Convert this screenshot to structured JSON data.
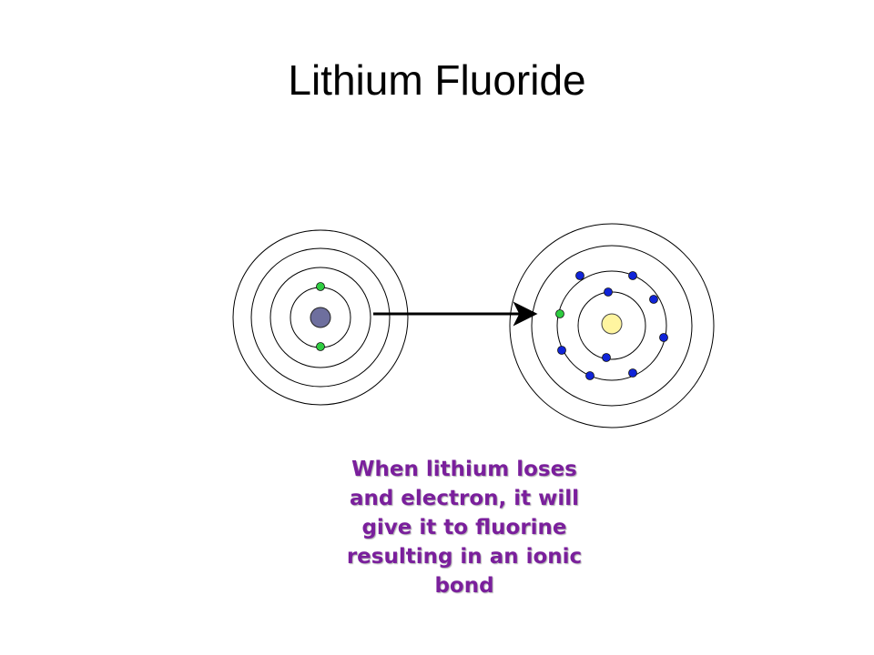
{
  "slide": {
    "title": "Lithium Fluoride",
    "caption": "When lithium loses and electron, it will give it to fluorine resulting in an ionic bond"
  },
  "colors": {
    "caption": "#7a1f9c",
    "lithium_nucleus": "#6e6f9e",
    "fluorine_nucleus": "#fff5a0",
    "transferred_electron": "#2ecc40",
    "fluorine_electron": "#1024d8",
    "shell": "#000000",
    "arrow": "#000000"
  },
  "diagram": {
    "lithium_atom": {
      "nucleus_icon": "lithium-nucleus",
      "electron_count": 2
    },
    "fluorine_atom": {
      "nucleus_icon": "fluorine-nucleus",
      "electron_count": 10
    },
    "arrow_icon": "arrow-right"
  }
}
